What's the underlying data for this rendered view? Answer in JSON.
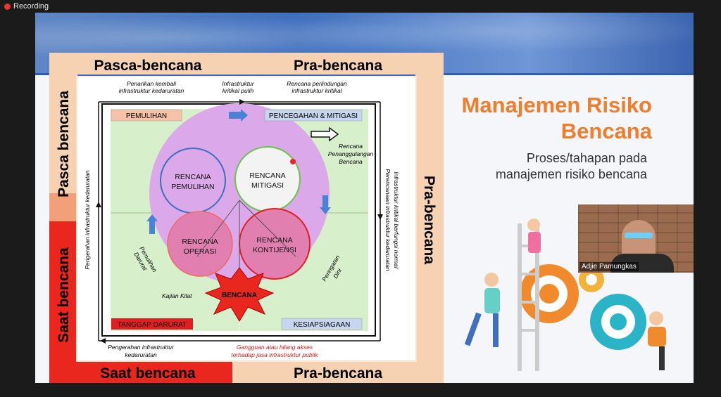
{
  "app": {
    "recording_label": "Recording"
  },
  "slide": {
    "title_line1": "Manajemen Risiko",
    "title_line2": "Bencana",
    "subtitle_line1": "Proses/tahapan pada",
    "subtitle_line2": "manajemen risiko bencana"
  },
  "diagram": {
    "top_left": "Pasca-bencana",
    "top_right": "Pra-bencana",
    "bottom_left": "Saat bencana",
    "bottom_right": "Pra-bencana",
    "left_top": "Pasca bencana",
    "left_bottom": "Saat bencana",
    "right": "Pra-bencana",
    "boxes": {
      "pemulihan": "PEMULIHAN",
      "pencegahan": "PENCEGAHAN & MITIGASI",
      "tanggap": "TANGGAP DARURAT",
      "kesiapsiagaan": "KESIAPSIAGAAN"
    },
    "circles": {
      "rencana_pemulihan_1": "RENCANA",
      "rencana_pemulihan_2": "PEMULIHAN",
      "rencana_mitigasi_1": "RENCANA",
      "rencana_mitigasi_2": "MITIGASI",
      "rencana_operasi_1": "RENCANA",
      "rencana_operasi_2": "OPERASI",
      "rencana_kontijensi_1": "RENCANA",
      "rencana_kontijensi_2": "KONTIJENSI"
    },
    "bencana": "BENCANA",
    "notes": {
      "top1_a": "Penarikan kembali",
      "top1_b": "infrastruktur kedaruratan",
      "top2_a": "Infrastruktur",
      "top2_b": "kritikal pulih",
      "top3_a": "Rencana perlindungan",
      "top3_b": "infrastruktur kritikal",
      "rpb_a": "Rencana",
      "rpb_b": "Penanggulangan",
      "rpb_c": "Bencana",
      "left_vertical": "Pengerahan infrastruktur kedaruratan",
      "right_vertical_a": "Perencanaan infrastruktur kedaruratan",
      "right_vertical_b": "Infrastruktur kritikal berfungsi normal",
      "pemulihan_darurat_a": "Pemulihan",
      "pemulihan_darurat_b": "Darurat",
      "peringatan_dini_a": "Peringatan",
      "peringatan_dini_b": "Dini",
      "kajian_kilat": "Kajian Kilat",
      "bottom1_a": "Pengerahan infrastruktur",
      "bottom1_b": "kedaruratan",
      "bottom2_a": "Gangguan atau hilang akses",
      "bottom2_b": "terhadap jasa infrastruktur publik"
    }
  },
  "webcam": {
    "participant_name": "Adjie Pamungkas"
  },
  "colors": {
    "accent": "#ef7d2c",
    "banner": "#3f6fbd"
  }
}
